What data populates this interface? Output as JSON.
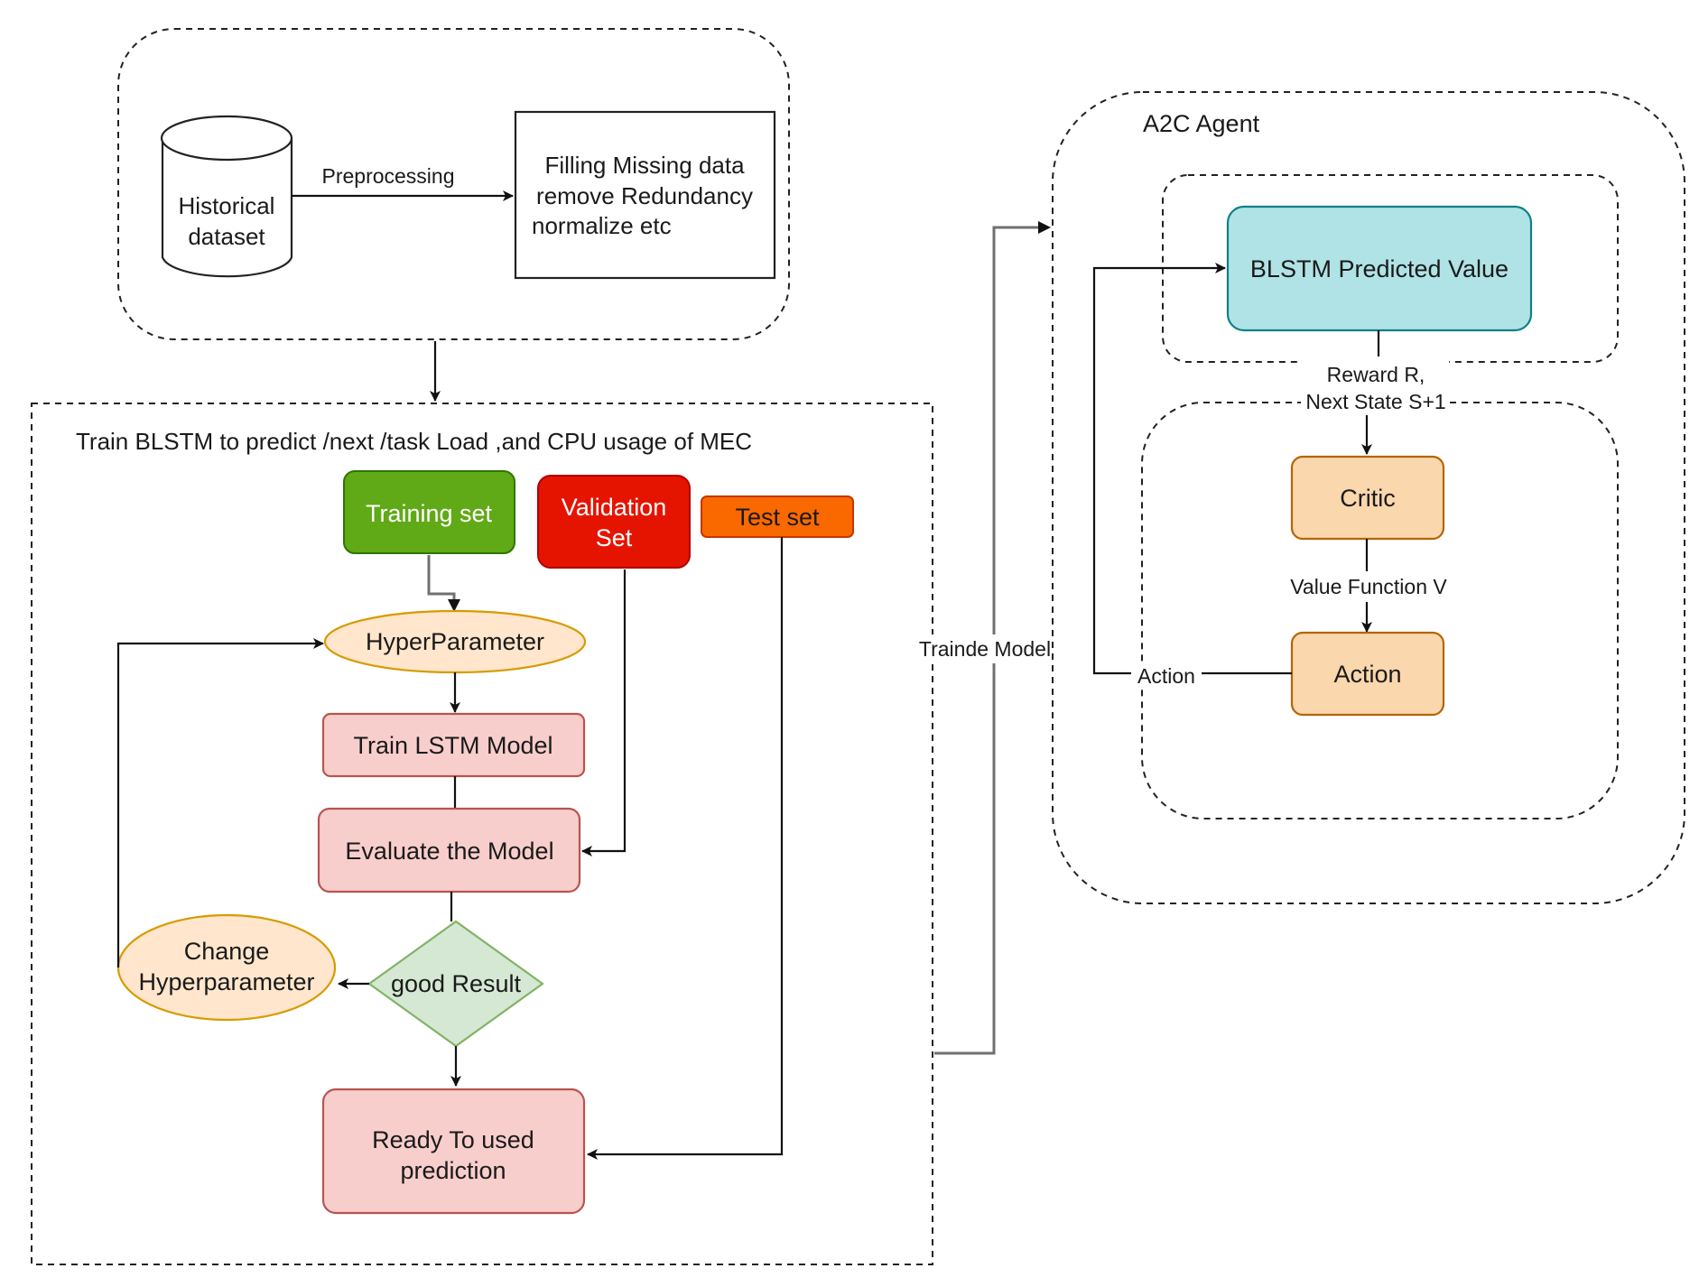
{
  "preprocessing": {
    "datastore_line1": "Historical",
    "datastore_line2": "dataset",
    "edge_label": "Preprocessing",
    "process_line1": "Filling Missing data",
    "process_line2": "remove Redundancy",
    "process_line3": "normalize  etc"
  },
  "training": {
    "title": "Train BLSTM to predict /next /task Load ,and CPU usage of MEC",
    "training_set": "Training set",
    "validation_set_line1": "Validation",
    "validation_set_line2": "Set",
    "test_set": "Test set",
    "hyperparameter": "HyperParameter",
    "train_model": "Train LSTM Model",
    "evaluate_model": "Evaluate the Model",
    "decision": "good Result",
    "change_line1": "Change",
    "change_line2": "Hyperparameter",
    "ready_line1": "Ready To used",
    "ready_line2": "prediction"
  },
  "connector": {
    "label": "Trainde Model"
  },
  "agent": {
    "title": "A2C Agent",
    "predicted_value": "BLSTM Predicted Value",
    "reward_line1": "Reward R,",
    "reward_line2": "Next State S+1",
    "critic": "Critic",
    "value_function": "Value Function V",
    "action": "Action",
    "action_edge_label": "Action"
  },
  "colors": {
    "green_fill": "#60a917",
    "red_fill": "#e51400",
    "orange_fill": "#fa6800",
    "cream_fill": "#ffe6cc",
    "cream_stroke": "#d79b00",
    "pink_fill": "#f8cecc",
    "pink_stroke": "#b85450",
    "mint_fill": "#d5e8d4",
    "mint_stroke": "#82b366",
    "cyan_fill": "#b0e3e6",
    "cyan_stroke": "#0e8088",
    "peach_fill": "#fad7ac",
    "peach_stroke": "#b46504"
  }
}
